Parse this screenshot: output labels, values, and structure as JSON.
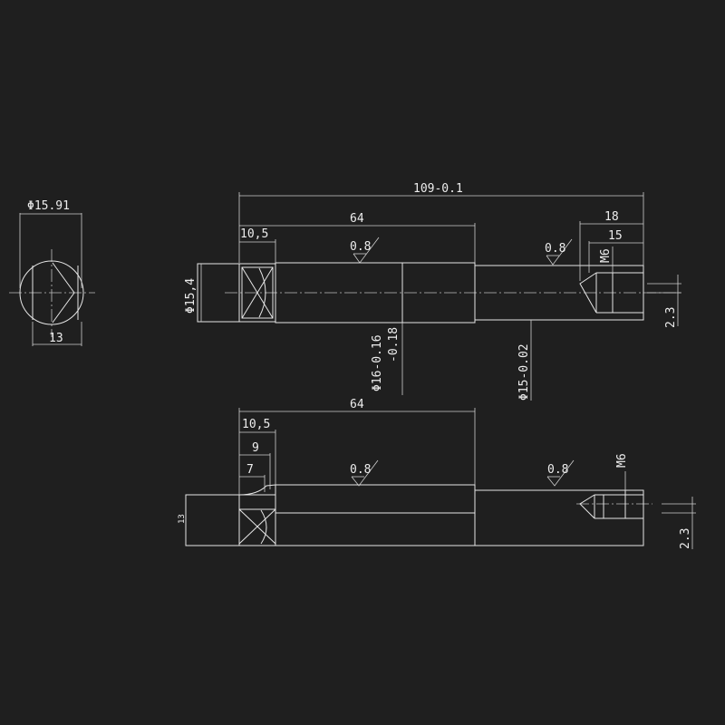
{
  "end_view": {
    "diameter_label": "Φ15.91",
    "flat_label": "13"
  },
  "top_view": {
    "overall_length": "109-0.1",
    "body_length": "64",
    "head_length": "10,5",
    "thread_depth": "18",
    "thread_length": "15",
    "thread_label": "M6",
    "head_diameter": "Φ15,4",
    "body_diameter_line1": "Φ16-0.16",
    "body_diameter_line2": "-0.18",
    "shaft_diameter": "Φ15-0.02",
    "drill_depth": "2.3",
    "roughness_1": "0.8",
    "roughness_2": "0.8"
  },
  "bottom_view": {
    "body_length": "64",
    "head_length": "10,5",
    "chamfer_9": "9",
    "chamfer_7": "7",
    "head_size": "13",
    "thread_label": "M6",
    "drill_depth": "2.3",
    "roughness_1": "0.8",
    "roughness_2": "0.8"
  }
}
